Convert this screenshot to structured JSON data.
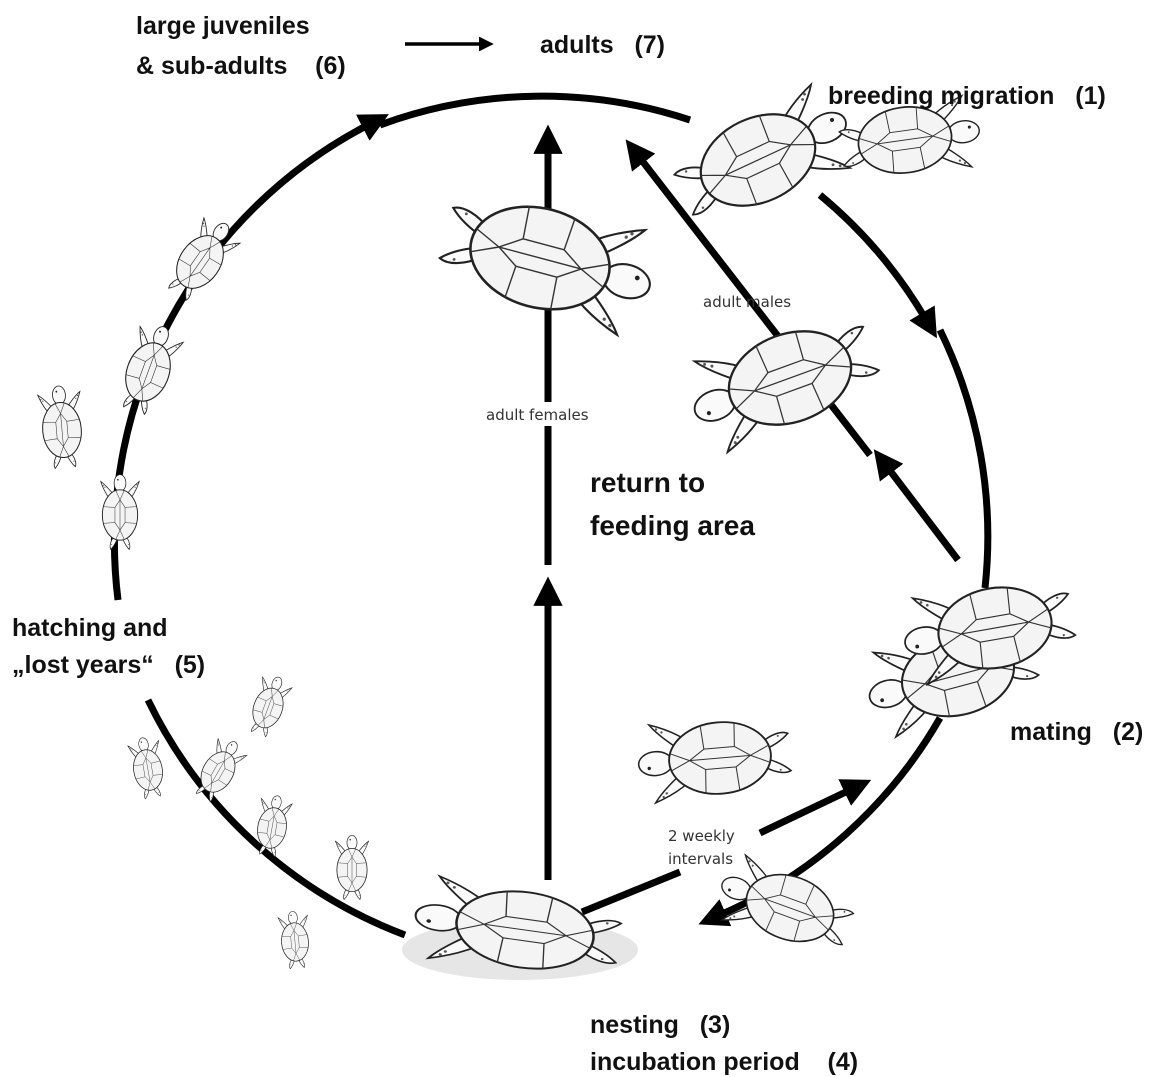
{
  "labels": {
    "stage1": "breeding migration   (1)",
    "stage2": "mating   (2)",
    "stage3": "nesting   (3)",
    "stage4": "incubation period    (4)",
    "stage5_line1": "hatching and",
    "stage5_line2": "„lost years“   (5)",
    "stage6_line1": "large juveniles",
    "stage6_line2": "& sub-adults    (6)",
    "stage7": "adults   (7)",
    "return_line1": "return to",
    "return_line2": "feeding area",
    "adult_females": "adult females",
    "adult_males": "adult males",
    "interval_line1": "2 weekly",
    "interval_line2": "intervals"
  },
  "colors": {
    "line": "#000000",
    "background": "#ffffff"
  }
}
